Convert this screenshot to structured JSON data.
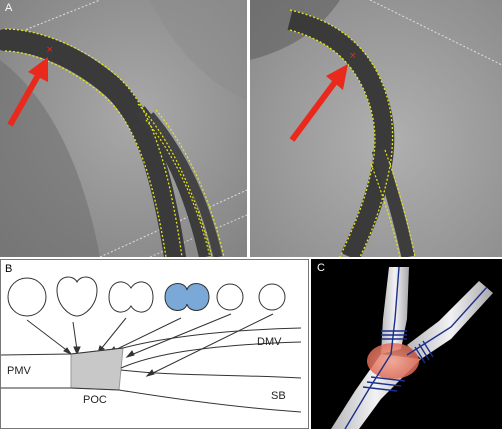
{
  "figure": {
    "panel_a": {
      "letter": "A"
    },
    "panel_b": {
      "letter": "B",
      "labels": {
        "pmv": "PMV",
        "poc": "POC",
        "dmv": "DMV",
        "sb": "SB"
      }
    },
    "panel_c": {
      "letter": "C"
    }
  },
  "colors": {
    "vessel_outline": "#e6e619",
    "arrow": "#e8291c",
    "highlight_circle": "#7aa9d8",
    "poc_fill": "#c8c8c8",
    "model_vessel": "#e8e8ea",
    "centerline": "#1a2f8a",
    "plaque": "#ef8a75"
  },
  "icons": {
    "arrow_left": "red-arrow-icon",
    "arrow_right": "red-arrow-icon"
  }
}
